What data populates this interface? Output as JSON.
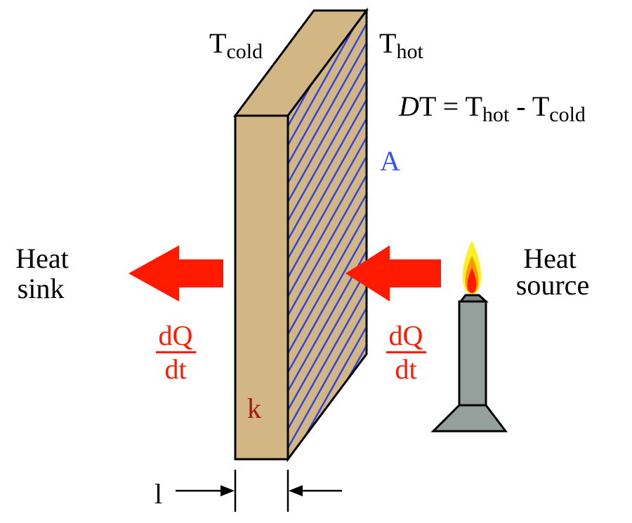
{
  "labels": {
    "t_cold": {
      "main": "T",
      "sub": "cold"
    },
    "t_hot": {
      "main": "T",
      "sub": "hot"
    },
    "equation": {
      "delta": "D",
      "t": "T",
      "eq": " = ",
      "t1": "T",
      "sub1": "hot",
      "minus": " - ",
      "t2": "T",
      "sub2": "cold"
    },
    "area": "A",
    "conductivity": "k",
    "thickness": "l",
    "heat_sink": [
      "Heat",
      "sink"
    ],
    "heat_source": [
      "Heat",
      "source"
    ],
    "flow_left": {
      "num": "dQ",
      "den": "dt"
    },
    "flow_right": {
      "num": "dQ",
      "den": "dt"
    }
  },
  "colors": {
    "slab": "#d2b683",
    "hatch": "#3344dd",
    "arrow": "#ff1a00",
    "burner": "#95a09d",
    "k": "#a01a10",
    "area": "#3355ee"
  }
}
